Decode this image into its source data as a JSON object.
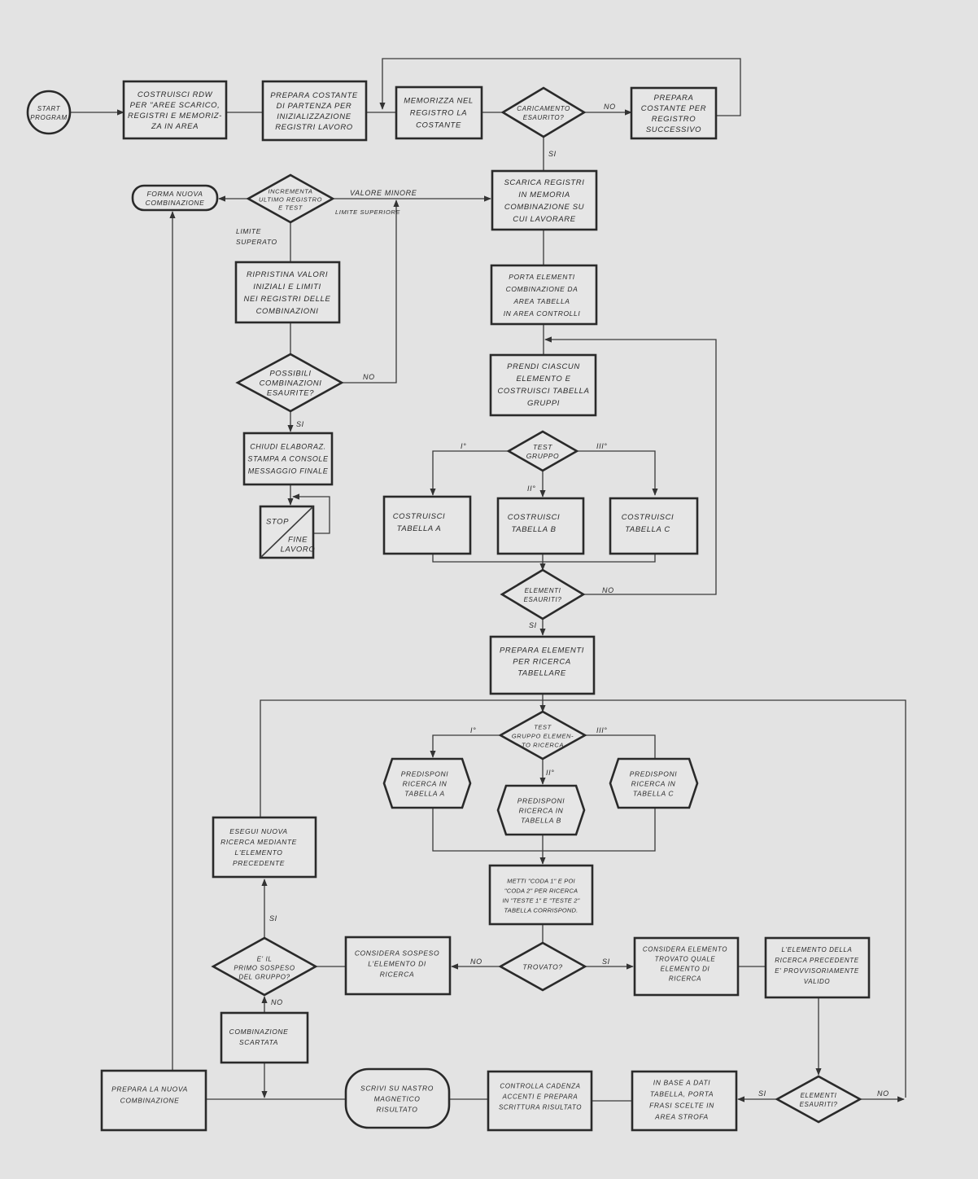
{
  "nodes": {
    "start": [
      "START",
      "PROGRAM"
    ],
    "costruisci_rdw": [
      "COSTRUISCI  RDW",
      "PER \"AREE SCARICO,",
      "REGISTRI E MEMORIZ-",
      "ZA IN AREA"
    ],
    "prepara_costante": [
      "PREPARA COSTANTE",
      "DI PARTENZA PER",
      "INIZIALIZZAZIONE",
      "REGISTRI LAVORO"
    ],
    "memorizza": [
      "MEMORIZZA NEL",
      "REGISTRO LA",
      "COSTANTE"
    ],
    "caricamento": [
      "CARICAMENTO",
      "ESAURITO?"
    ],
    "prepara_successivo": [
      "PREPARA",
      "COSTANTE PER",
      "REGISTRO",
      "SUCCESSIVO"
    ],
    "scarica": [
      "SCARICA REGISTRI",
      "IN MEMORIA",
      "COMBINAZIONE SU",
      "CUI LAVORARE"
    ],
    "forma_nuova": [
      "FORMA NUOVA",
      "COMBINAZIONE"
    ],
    "incrementa": [
      "INCREMENTA",
      "ULTIMO REGISTRO",
      "E TEST"
    ],
    "ripristina": [
      "RIPRISTINA VALORI",
      "INIZIALI E LIMITI",
      "NEI REGISTRI DELLE",
      "COMBINAZIONI"
    ],
    "possibili": [
      "POSSIBILI",
      "COMBINAZIONI",
      "ESAURITE?"
    ],
    "chiudi": [
      "CHIUDI ELABORAZ.",
      "STAMPA A CONSOLE",
      "MESSAGGIO FINALE"
    ],
    "stop": [
      "STOP"
    ],
    "fine_lavoro": [
      "FINE",
      "LAVORO"
    ],
    "porta": [
      "PORTA ELEMENTI",
      "COMBINAZIONE DA",
      "AREA TABELLA",
      "IN AREA CONTROLLI"
    ],
    "prendi": [
      "PRENDI CIASCUN",
      "ELEMENTO E",
      "COSTRUISCI TABELLA",
      "GRUPPI"
    ],
    "test_gruppo": [
      "TEST",
      "GRUPPO"
    ],
    "tabella_a": [
      "COSTRUISCI",
      "TABELLA  A"
    ],
    "tabella_b": [
      "COSTRUISCI",
      "TABELLA  B"
    ],
    "tabella_c": [
      "COSTRUISCI",
      "TABELLA  C"
    ],
    "elementi_esauriti_1": [
      "ELEMENTI",
      "ESAURITI?"
    ],
    "prepara_elementi": [
      "PREPARA ELEMENTI",
      "PER RICERCA",
      "TABELLARE"
    ],
    "test_gruppo_elemento": [
      "TEST",
      "GRUPPO ELEMEN-",
      "TO RICERCA"
    ],
    "predisponi_a": [
      "PREDISPONI",
      "RICERCA IN",
      "TABELLA A"
    ],
    "predisponi_b": [
      "PREDISPONI",
      "RICERCA IN",
      "TABELLA B"
    ],
    "predisponi_c": [
      "PREDISPONI",
      "RICERCA IN",
      "TABELLA C"
    ],
    "metti_coda": [
      "METTI \"CODA 1\" E POI",
      "\"CODA 2\" PER RICERCA",
      "IN \"TESTE 1\" E \"TESTE 2\"",
      "TABELLA CORRISPOND."
    ],
    "trovato": [
      "TROVATO?"
    ],
    "considera_sospeso": [
      "CONSIDERA SOSPESO",
      "L'ELEMENTO DI",
      "RICERCA"
    ],
    "considera_trovato": [
      "CONSIDERA ELEMENTO",
      "TROVATO QUALE",
      "ELEMENTO DI",
      "RICERCA"
    ],
    "provvisoriamente_valido": [
      "L'ELEMENTO DELLA",
      "RICERCA PRECEDENTE",
      "E' PROVVISORIAMENTE",
      "VALIDO"
    ],
    "elementi_esauriti_2": [
      "ELEMENTI",
      "ESAURITI?"
    ],
    "in_base_dati": [
      "IN BASE A DATI",
      "TABELLA, PORTA",
      "FRASI SCELTE IN",
      "AREA STROFA"
    ],
    "controlla_cadenza": [
      "CONTROLLA CADENZA",
      "ACCENTI E PREPARA",
      "SCRITTURA RISULTATO"
    ],
    "scrivi_nastro": [
      "SCRIVI SU NASTRO",
      "MAGNETICO",
      "RISULTATO"
    ],
    "prepara_nuova": [
      "PREPARA LA NUOVA",
      "COMBINAZIONE"
    ],
    "primo_sospeso": [
      "E' IL",
      "PRIMO SOSPESO",
      "DEL GRUPPO?"
    ],
    "esegui_ricerca": [
      "ESEGUI NUOVA",
      "RICERCA MEDIANTE",
      "L'ELEMENTO",
      "PRECEDENTE"
    ],
    "combinazione_scartata": [
      "COMBINAZIONE",
      "SCARTATA"
    ]
  },
  "labels": {
    "si": "SI",
    "no": "NO",
    "valore_minore": "VALORE MINORE",
    "limite_superiore": "LIMITE SUPERIORE",
    "limite_superato": [
      "LIMITE",
      "SUPERATO"
    ],
    "branch_1": "I°",
    "branch_2": "II°",
    "branch_3": "III°"
  }
}
